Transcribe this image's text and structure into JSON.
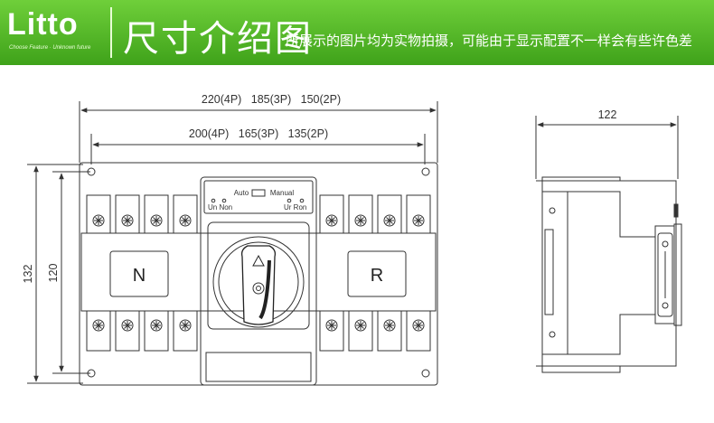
{
  "header": {
    "logo": "Litto",
    "logo_tagline": "Choose Feature · Unknown future",
    "title": "尺寸介绍图",
    "subtitle": "所展示的图片均为实物拍摄，可能由于显示配置不一样会有些许色差"
  },
  "dimensions": {
    "width_outer": "220(4P)   185(3P)   150(2P)",
    "width_inner": "200(4P)   165(3P)   135(2P)",
    "height_outer": "132",
    "height_inner": "120",
    "depth": "122"
  },
  "switch": {
    "auto_label": "Auto",
    "manual_label": "Manual",
    "left_indicator": "Un Non",
    "right_indicator": "Ur Ron",
    "left_side": "N",
    "right_side": "R"
  },
  "colors": {
    "banner_light": "#6fcf3a",
    "banner_dark": "#3fa21a",
    "line": "#333333"
  }
}
